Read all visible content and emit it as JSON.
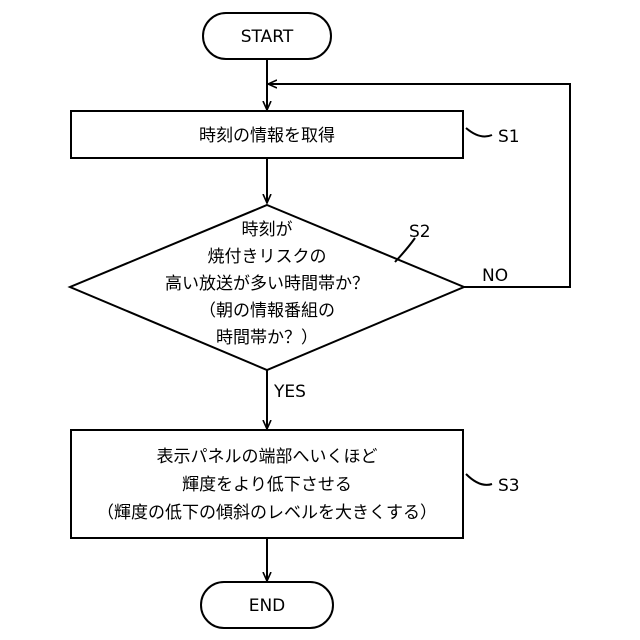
{
  "start": {
    "label": "START"
  },
  "step_s1": {
    "label": "時刻の情報を取得",
    "ref": "S1"
  },
  "decision_s2": {
    "lines": [
      "時刻が",
      "焼付きリスクの",
      "高い放送が多い時間帯か？",
      "（朝の情報番組の",
      "時間帯か？）"
    ],
    "ref": "S2",
    "no_label": "NO",
    "yes_label": "YES"
  },
  "step_s3": {
    "lines": [
      "表示パネルの端部へいくほど",
      "輝度をより低下させる",
      "（輝度の低下の傾斜のレベルを大きくする）"
    ],
    "ref": "S3"
  },
  "end": {
    "label": "END"
  }
}
